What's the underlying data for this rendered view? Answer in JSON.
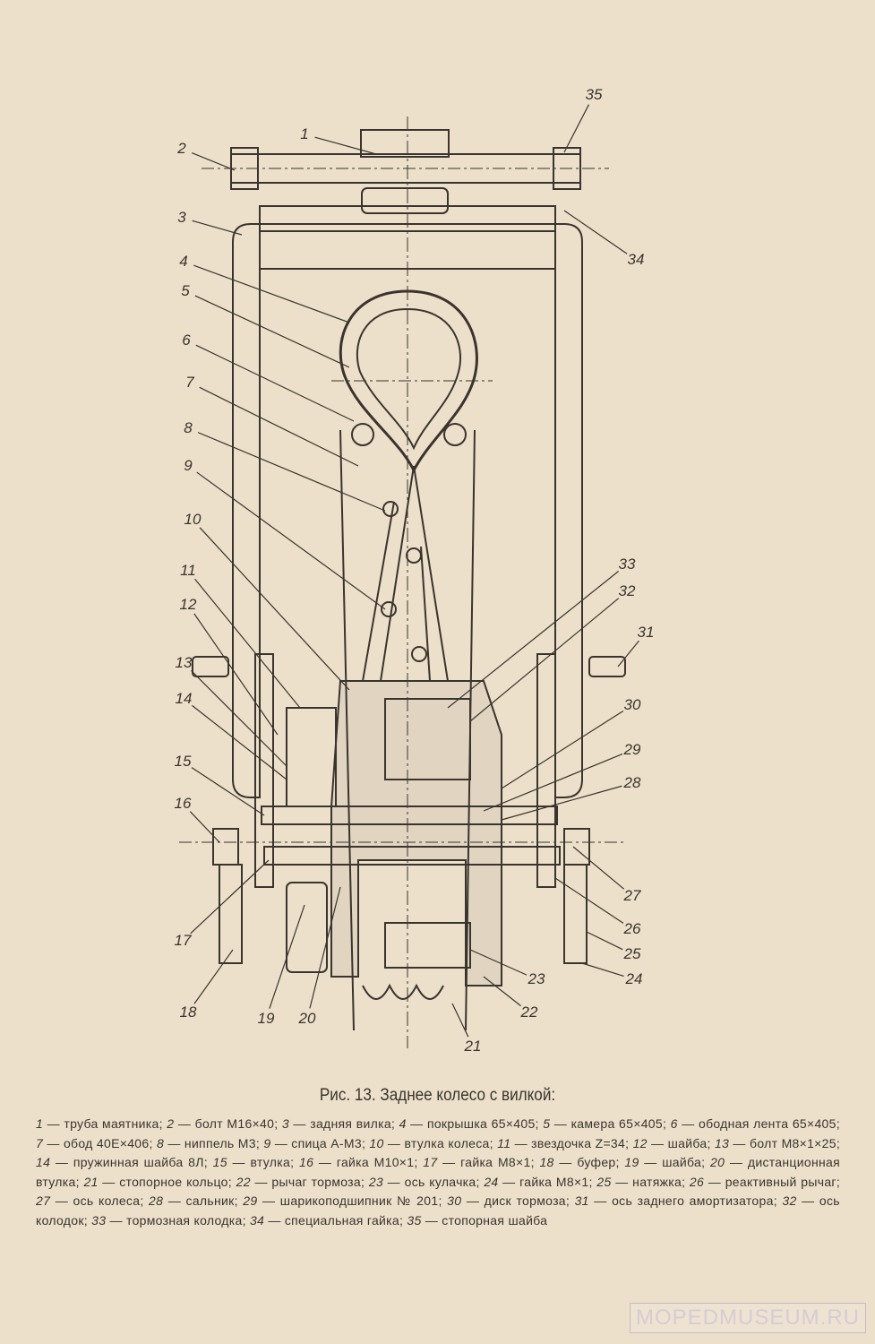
{
  "figure": {
    "title": "Рис. 13. Заднее колесо с вилкой:",
    "callouts": [
      "1",
      "2",
      "3",
      "4",
      "5",
      "6",
      "7",
      "8",
      "9",
      "10",
      "11",
      "12",
      "13",
      "14",
      "15",
      "16",
      "17",
      "18",
      "19",
      "20",
      "21",
      "22",
      "23",
      "24",
      "25",
      "26",
      "27",
      "28",
      "29",
      "30",
      "31",
      "32",
      "33",
      "34",
      "35"
    ],
    "legend": [
      {
        "num": "1",
        "text": "труба маятника"
      },
      {
        "num": "2",
        "text": "болт М16×40"
      },
      {
        "num": "3",
        "text": "задняя вилка"
      },
      {
        "num": "4",
        "text": "покрышка 65×405"
      },
      {
        "num": "5",
        "text": "камера 65×405"
      },
      {
        "num": "6",
        "text": "ободная лента 65×405"
      },
      {
        "num": "7",
        "text": "обод 40Е×406"
      },
      {
        "num": "8",
        "text": "ниппель М3"
      },
      {
        "num": "9",
        "text": "спица А-М3"
      },
      {
        "num": "10",
        "text": "втулка колеса"
      },
      {
        "num": "11",
        "text": "звездочка Z=34"
      },
      {
        "num": "12",
        "text": "шайба"
      },
      {
        "num": "13",
        "text": "болт М8×1×25"
      },
      {
        "num": "14",
        "text": "пружинная шайба 8Л"
      },
      {
        "num": "15",
        "text": "втулка"
      },
      {
        "num": "16",
        "text": "гайка М10×1"
      },
      {
        "num": "17",
        "text": "гайка М8×1"
      },
      {
        "num": "18",
        "text": "буфер"
      },
      {
        "num": "19",
        "text": "шайба"
      },
      {
        "num": "20",
        "text": "дистанционная втулка"
      },
      {
        "num": "21",
        "text": "стопорное кольцо"
      },
      {
        "num": "22",
        "text": "рычаг тормоза"
      },
      {
        "num": "23",
        "text": "ось кулачка"
      },
      {
        "num": "24",
        "text": "гайка М8×1"
      },
      {
        "num": "25",
        "text": "натяжка"
      },
      {
        "num": "26",
        "text": "реактивный рычаг"
      },
      {
        "num": "27",
        "text": "ось колеса"
      },
      {
        "num": "28",
        "text": "сальник"
      },
      {
        "num": "29",
        "text": "шарикоподшипник № 201"
      },
      {
        "num": "30",
        "text": "диск тормоза"
      },
      {
        "num": "31",
        "text": "ось заднего амортизатора"
      },
      {
        "num": "32",
        "text": "ось колодок"
      },
      {
        "num": "33",
        "text": "тормозная колодка"
      },
      {
        "num": "34",
        "text": "специальная гайка"
      },
      {
        "num": "35",
        "text": "стопорная шайба"
      }
    ]
  },
  "watermark": "MOPEDMUSEUM.RU"
}
